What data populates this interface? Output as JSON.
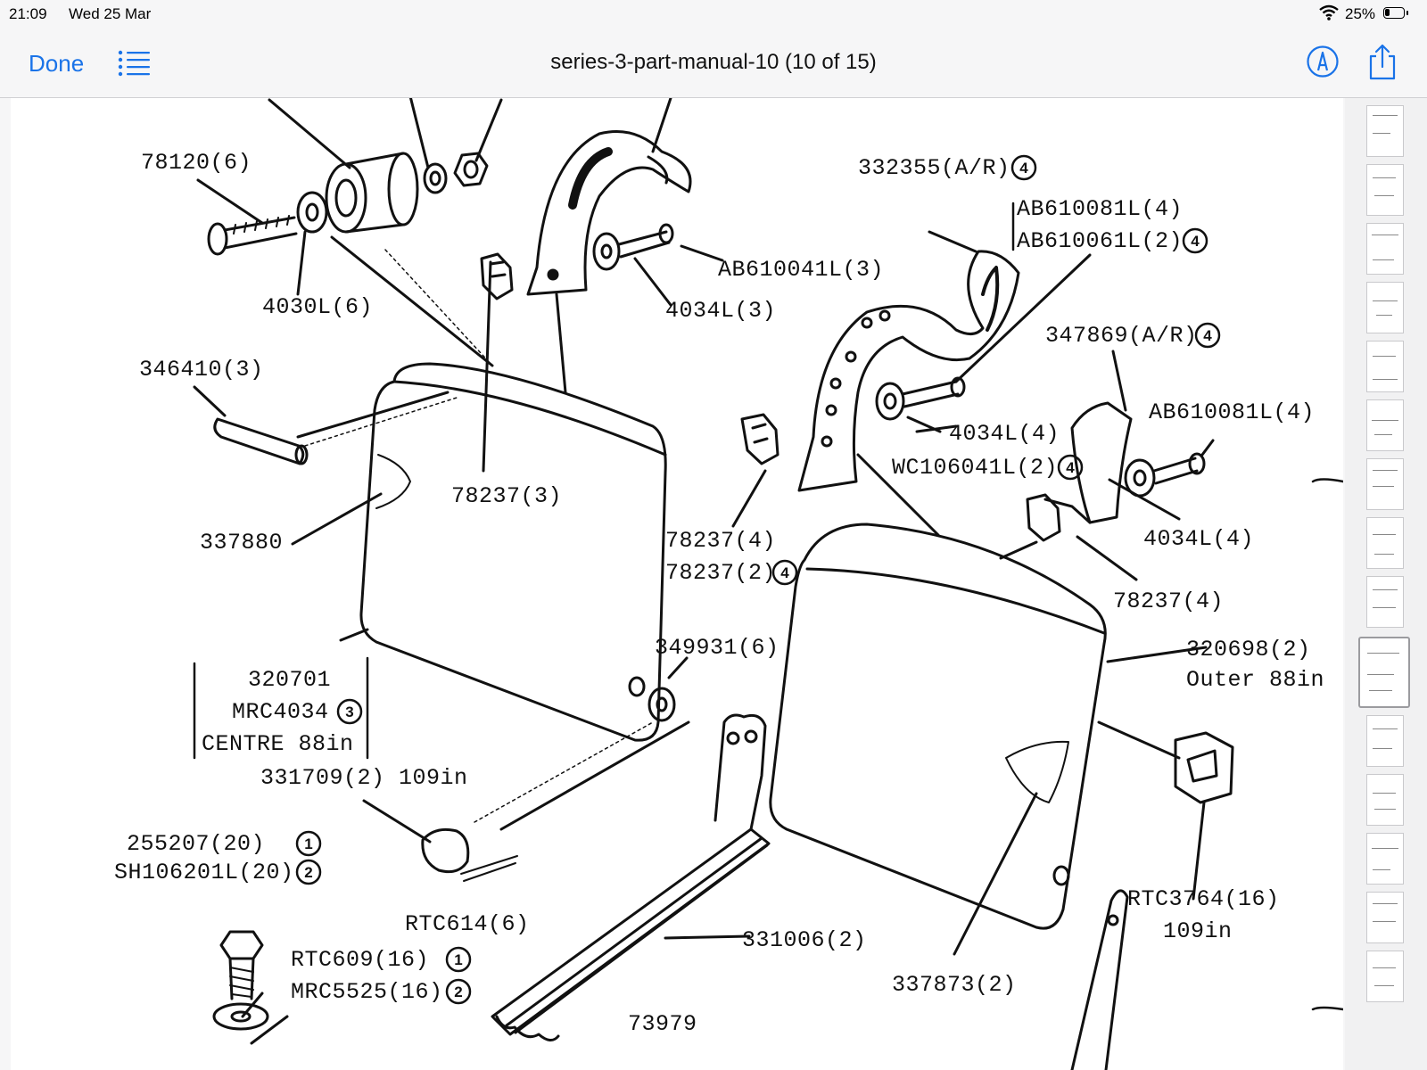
{
  "status_bar": {
    "time": "21:09",
    "date": "Wed 25 Mar",
    "battery": "25%",
    "battery_level": 0.25
  },
  "nav": {
    "done_label": "Done",
    "title": "series-3-part-manual-10 (10 of 15)"
  },
  "icons": {
    "list": "list-icon",
    "markup": "markup-pen-icon",
    "share": "share-icon",
    "wifi": "wifi-icon",
    "battery": "battery-icon"
  },
  "colors": {
    "accent": "#1a73e8",
    "background": "#f6f6f7"
  },
  "diagram": {
    "labels": {
      "p78120": "78120(6)",
      "p4030l": "4030L(6)",
      "p346410": "346410(3)",
      "p337880": "337880",
      "p78237_3": "78237(3)",
      "pab610041l": "AB610041L(3)",
      "p4034l_3": "4034L(3)",
      "p332355": "332355(A/R)",
      "pab610081l_4": "AB610081L(4)",
      "pab610061l": "AB610061L(2)",
      "p347869": "347869(A/R)",
      "pab610081l_4b": "AB610081L(4)",
      "p4034l_4": "4034L(4)",
      "pwc106041l": "WC106041L(2)",
      "p4034l_4b": "4034L(4)",
      "p78237_4": "78237(4)",
      "p78237_2": "78237(2)",
      "p78237_4b": "78237(4)",
      "p349931": "349931(6)",
      "p320698": "320698(2)",
      "p_outer": "Outer 88in",
      "p320701": "320701",
      "pmrc4034": "MRC4034",
      "p_centre": "CENTRE 88in",
      "p331709": "331709(2) 109in",
      "p255207": "255207(20)",
      "psh106201l": "SH106201L(20)",
      "prtc614": "RTC614(6)",
      "prtc609": "RTC609(16)",
      "pmrc5525": "MRC5525(16)",
      "p331006": "331006(2)",
      "p337873": "337873(2)",
      "prtc3764": "RTC3764(16)",
      "p109in": "109in",
      "p73979": "73979"
    },
    "markers": {
      "m332355": "4",
      "mab610061l": "4",
      "m347869": "4",
      "mwc106041l": "4",
      "m78237_2": "4",
      "mmrc4034": "3",
      "m255207": "1",
      "msh106201l": "2",
      "mrtc609": "1",
      "mmrc5525": "2"
    }
  },
  "thumbnails": {
    "count": 15,
    "current": 10
  }
}
